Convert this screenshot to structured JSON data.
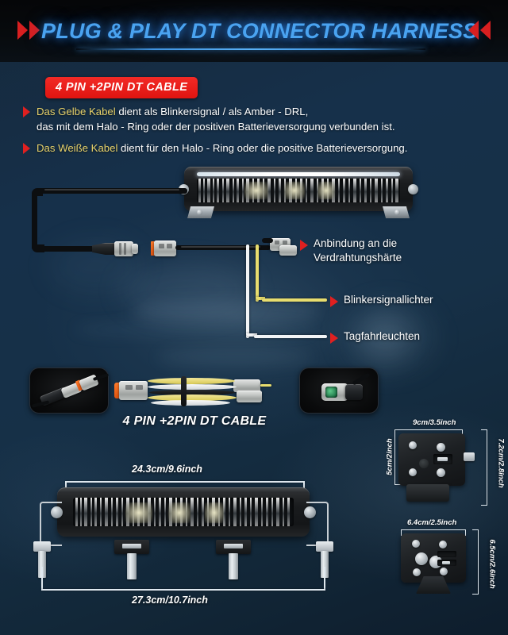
{
  "header": {
    "title": "PLUG & PLAY DT CONNECTOR HARNESS",
    "arrow_left_icon": "double-triangle-right-icon",
    "arrow_right_icon": "double-triangle-left-icon"
  },
  "badge": {
    "label": "4 PIN +2PIN DT CABLE"
  },
  "bullets": [
    {
      "highlight": "Das Gelbe Kabel",
      "rest_line1": " dient als Blinkersignal / als Amber - DRL,",
      "line2": "das mit dem Halo - Ring oder der positiven Batterieversorgung verbunden ist."
    },
    {
      "highlight": " Das Weiße Kabel",
      "rest_line1": " dient für den Halo - Ring oder die positive Batterieversorgung.",
      "line2": ""
    }
  ],
  "callouts": [
    {
      "line1": "Anbindung an die",
      "line2": "Verdrahtungshärte",
      "wire_color": ""
    },
    {
      "line1": "Blinkersignallichter",
      "line2": "",
      "wire_color": "#e8dd6e"
    },
    {
      "line1": "Tagfahrleuchten",
      "line2": "",
      "wire_color": "#f2f4f6"
    }
  ],
  "cable_section": {
    "caption": "4 PIN +2PIN DT CABLE",
    "thumb_left_icon": "dt-connector-pair-photo",
    "thumb_right_icon": "dt-connector-face-photo",
    "harness_icon": "coiled-wire-harness-photo"
  },
  "dimensions": {
    "bar_width": "24.3cm/9.6inch",
    "bar_total_width": "27.3cm/10.7inch",
    "bracket_top": {
      "width": "9cm/3.5inch",
      "left_height": "5cm/2inch",
      "right_height": "7.2cm/2.8inch"
    },
    "bracket_bottom": {
      "width": "6.4cm/2.5inch",
      "right_height": "6.5cm/2.6inch"
    }
  },
  "colors": {
    "accent_red": "#e02020",
    "title_blue": "#4aa3f0",
    "highlight_yellow": "#e8d26a",
    "wire_yellow": "#e8dd6e",
    "wire_white": "#f2f4f6",
    "background_navy": "#16304a"
  }
}
